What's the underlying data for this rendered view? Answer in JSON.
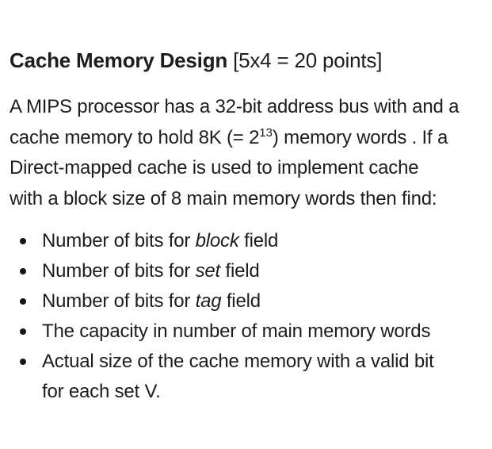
{
  "page": {
    "background_color": "#ffffff",
    "text_color": "#1d1d1d"
  },
  "heading": {
    "bold": "Cache Memory Design",
    "rest": " [5x4 = 20 points]"
  },
  "paragraph": {
    "line1": "A MIPS processor has a 32-bit address bus with and a",
    "line2_pre": "cache memory to hold 8K (= 2",
    "line2_sup": "13",
    "line2_post": ") memory words . If a",
    "line3": "Direct-mapped cache is used to implement cache",
    "line4": "with a block size of 8 main memory words then find:"
  },
  "list": {
    "items": [
      {
        "pre": "Number of bits for ",
        "em": "block",
        "post": " field"
      },
      {
        "pre": "Number of bits for ",
        "em": "set",
        "post": " field"
      },
      {
        "pre": "Number of bits for ",
        "em": "tag",
        "post": " field"
      },
      {
        "pre": "The capacity in number of main memory words",
        "em": "",
        "post": ""
      },
      {
        "pre": "Actual size of the cache memory with a valid bit",
        "em": "",
        "post": "",
        "line2": "for each set V."
      }
    ]
  }
}
